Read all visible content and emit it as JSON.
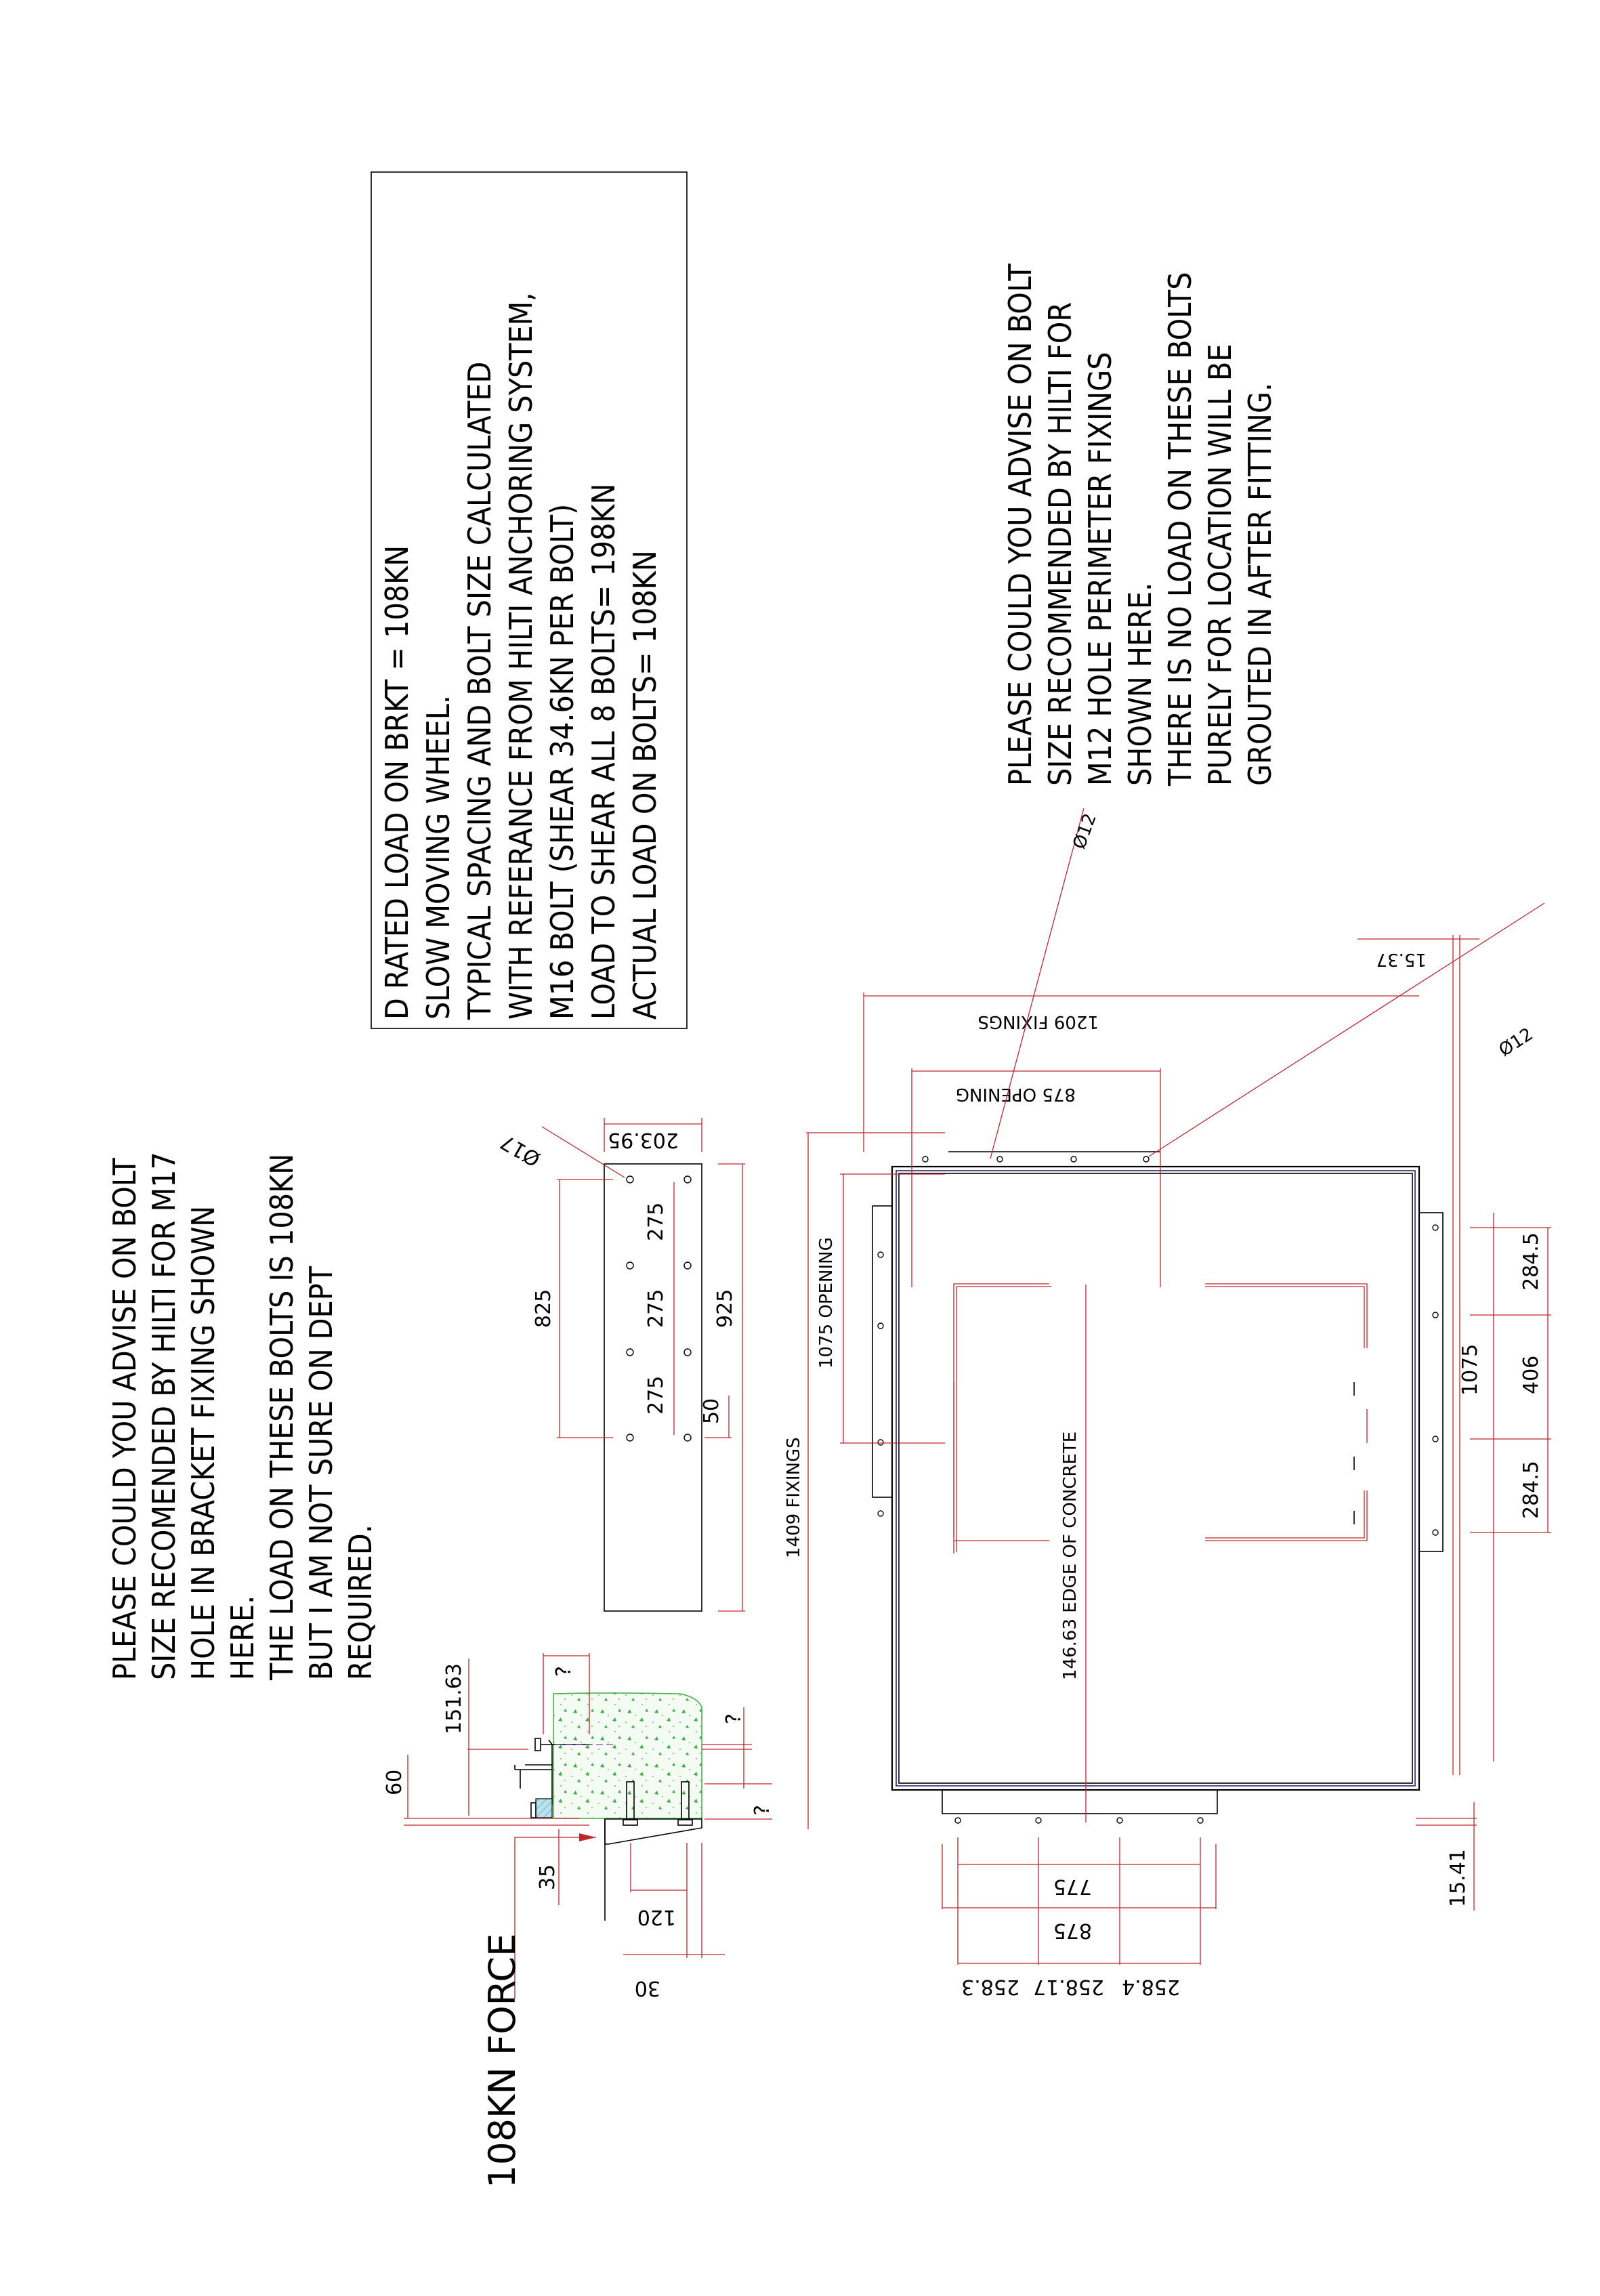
{
  "drawing": {
    "orientation": "rotated-90-ccw",
    "colors": {
      "outline": "#000000",
      "dimension": "#c0272d",
      "frame_inner": "#1f2a6b",
      "concrete": "#3cb043",
      "packer": "#a8d8e8"
    }
  },
  "notes": {
    "load_box": {
      "lines": [
        "D RATED LOAD ON BRKT = 108KN",
        "SLOW MOVING WHEEL.",
        "TYPICAL SPACING AND BOLT SIZE CALCULATED",
        "WITH REFERANCE FROM HILTI ANCHORING SYSTEM,",
        "M16 BOLT (SHEAR 34.6KN PER BOLT)",
        "LOAD TO SHEAR ALL 8 BOLTS= 198KN",
        "ACTUAL LOAD ON BOLTS= 108KN"
      ]
    },
    "bracket_query": {
      "lines": [
        "PLEASE COULD YOU ADVISE ON BOLT",
        "SIZE RECOMENDED BY HILTI FOR M17",
        "HOLE IN BRACKET FIXING SHOWN",
        "HERE.",
        "THE LOAD ON THESE BOLTS IS 108KN",
        "BUT I AM NOT SURE ON DEPT",
        "REQUIRED."
      ]
    },
    "perimeter_query": {
      "lines": [
        "PLEASE COULD YOU ADVISE ON BOLT",
        "SIZE RECOMMENDED BY HILTI FOR",
        "M12 HOLE PERIMETER FIXINGS",
        "SHOWN HERE.",
        "THERE IS NO LOAD ON THESE BOLTS",
        "PURELY FOR LOCATION WILL BE",
        "GROUTED IN AFTER FITTING."
      ]
    },
    "force_label": "108KN FORCE"
  },
  "bracket_plan": {
    "hole_callout": "Ø17",
    "width": "203.95",
    "overall_length": "925",
    "hole_span": "825",
    "pitch": [
      "275",
      "275",
      "275"
    ],
    "end_offset": "50"
  },
  "section": {
    "dims": {
      "upper": "151.63",
      "lower": "60",
      "force_offset": "35",
      "bolt_spacing": "120",
      "edge": "30",
      "unknown_top": "?",
      "unknown_right_top": "?",
      "unknown_right_bottom": "?"
    }
  },
  "frame_plan": {
    "hole_callout_top": "Ø12",
    "hole_callout_right": "Ø12",
    "fixings_long": "1409 FIXINGS",
    "opening_long": "1075 OPENING",
    "edge_of_concrete": "146.63 EDGE OF CONCRETE",
    "fixings_short": "1209 FIXINGS",
    "opening_short": "875 OPENING",
    "offset_top": "15.37",
    "offset_bottom": "15.41",
    "right_side": {
      "overall": "1075",
      "segments": [
        "284.5",
        "406",
        "284.5"
      ]
    },
    "bottom_side": {
      "inner": "775",
      "outer": "875",
      "segments": [
        "258.3",
        "258.17",
        "258.4"
      ]
    }
  }
}
